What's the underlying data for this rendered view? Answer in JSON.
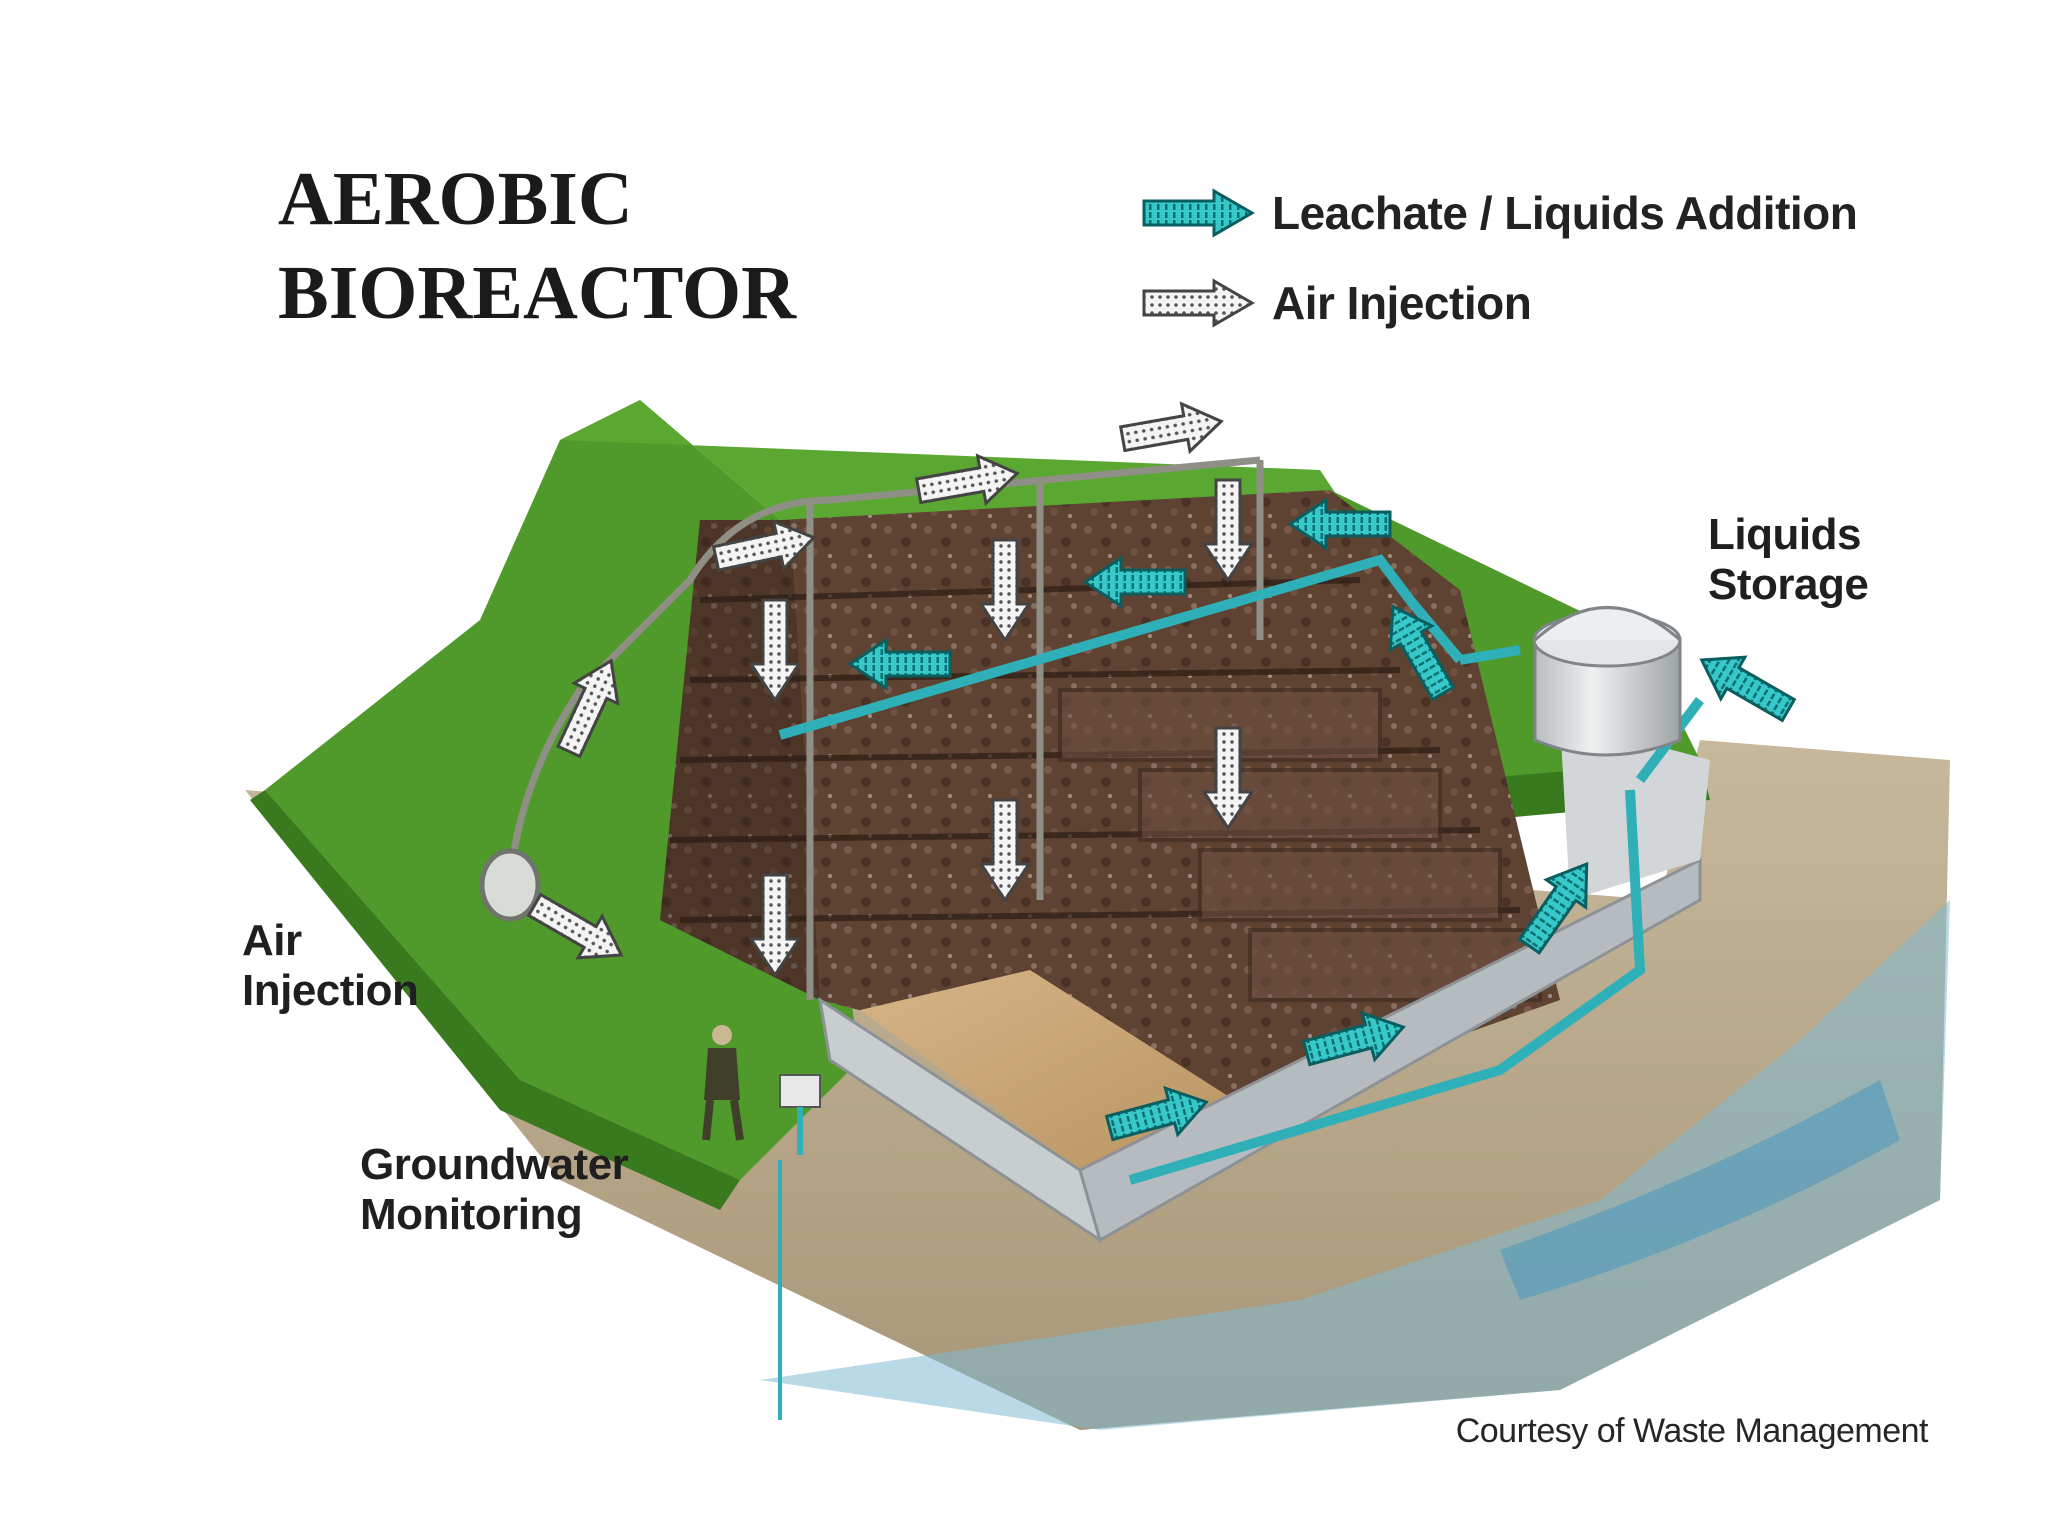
{
  "title": {
    "line1": "AEROBIC",
    "line2": "BIOREACTOR"
  },
  "legend": {
    "leachate": {
      "label": "Leachate / Liquids Addition",
      "color": "#2ec4c4"
    },
    "air": {
      "label": "Air Injection",
      "color": "#e8e8e8"
    }
  },
  "labels": {
    "liquids_storage": [
      "Liquids",
      "Storage"
    ],
    "air_injection": [
      "Air",
      "Injection"
    ],
    "groundwater": [
      "Groundwater",
      "Monitoring"
    ]
  },
  "credit": "Courtesy of Waste Management",
  "colors": {
    "grass": "#4f9a2a",
    "grass_dark": "#3a7a1e",
    "waste": "#5e4232",
    "waste_dark": "#3e2a20",
    "sand": "#c9a77a",
    "liner": "#c8cdd0",
    "soil": "#b9a88e",
    "water": "#4aa3c8",
    "pipe": "#2fb0b8",
    "tank": "#d8dbdc"
  }
}
